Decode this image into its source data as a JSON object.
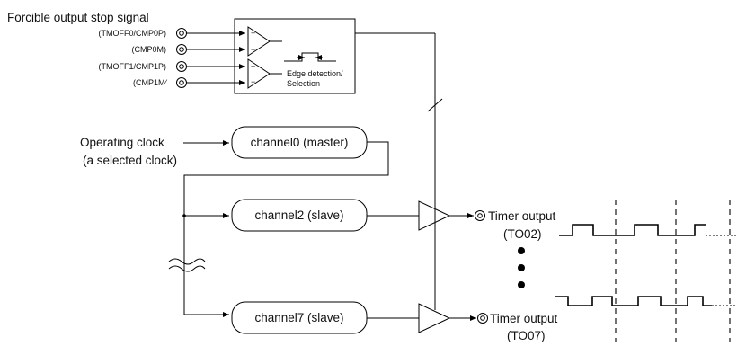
{
  "stop_signal_title": "Forcible output stop signal",
  "inputs": [
    "(TMOFF0/CMP0P)",
    "(CMP0M)",
    "(TMOFF1/CMP1P)",
    "(CMP1M⁄"
  ],
  "comparator_plus": "+",
  "comparator_minus": "−",
  "edge_label_line1": "Edge detection/",
  "edge_label_line2": "Selection",
  "clock_label_line1": "Operating clock",
  "clock_label_line2": "(a selected clock)",
  "channels": [
    "channel0 (master)",
    "channel2 (slave)",
    "channel7 (slave)"
  ],
  "outputs": [
    {
      "line1": "Timer output",
      "line2": "(TO02)"
    },
    {
      "line1": "Timer output",
      "line2": "(TO07)"
    }
  ]
}
